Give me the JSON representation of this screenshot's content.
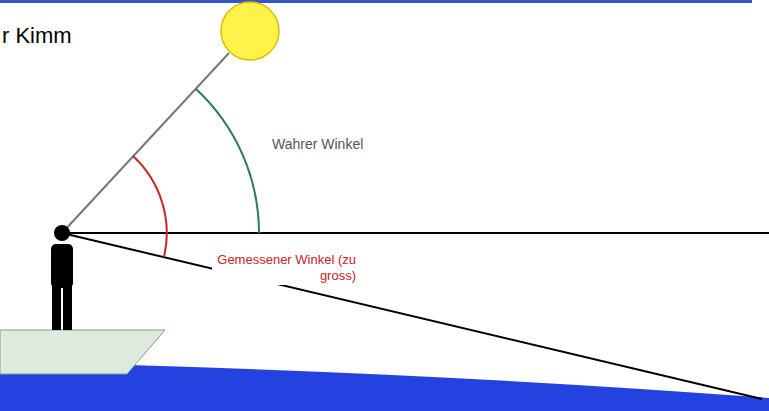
{
  "diagram": {
    "labels": [
      "r Kimm",
      "Wahrer Winkel",
      "Gemessener Winkel (zu gross)"
    ]
  }
}
